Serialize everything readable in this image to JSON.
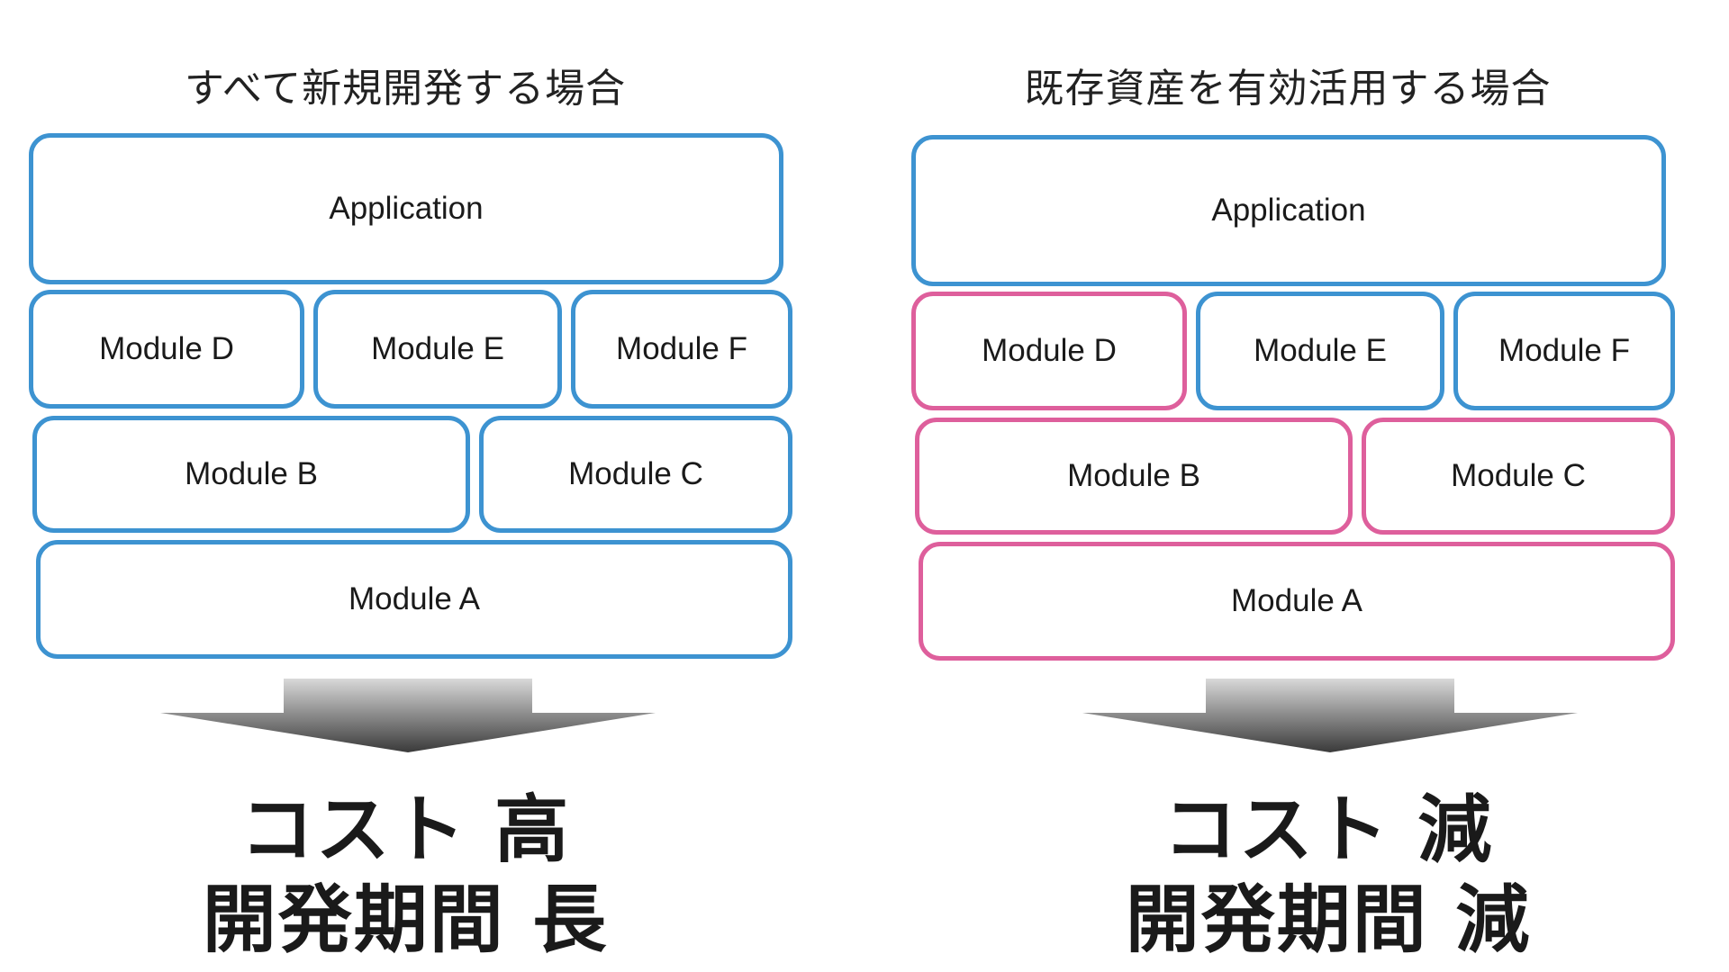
{
  "left": {
    "title": "すべて新規開発する場合",
    "modules": {
      "application": "Application",
      "d": "Module D",
      "e": "Module E",
      "f": "Module F",
      "b": "Module B",
      "c": "Module C",
      "a": "Module A"
    },
    "result_line1": "コスト 高",
    "result_line2": "開発期間 長"
  },
  "right": {
    "title": "既存資産を有効活用する場合",
    "modules": {
      "application": "Application",
      "d": "Module D",
      "e": "Module E",
      "f": "Module F",
      "b": "Module B",
      "c": "Module C",
      "a": "Module A"
    },
    "result_line1": "コスト 減",
    "result_line2": "開発期間 減"
  },
  "colors": {
    "new_module_border": "#3d93d1",
    "reused_module_border": "#de5f9c",
    "arrow_gradient_top": "#d9d9d9",
    "arrow_gradient_bottom": "#3a3a3a"
  }
}
